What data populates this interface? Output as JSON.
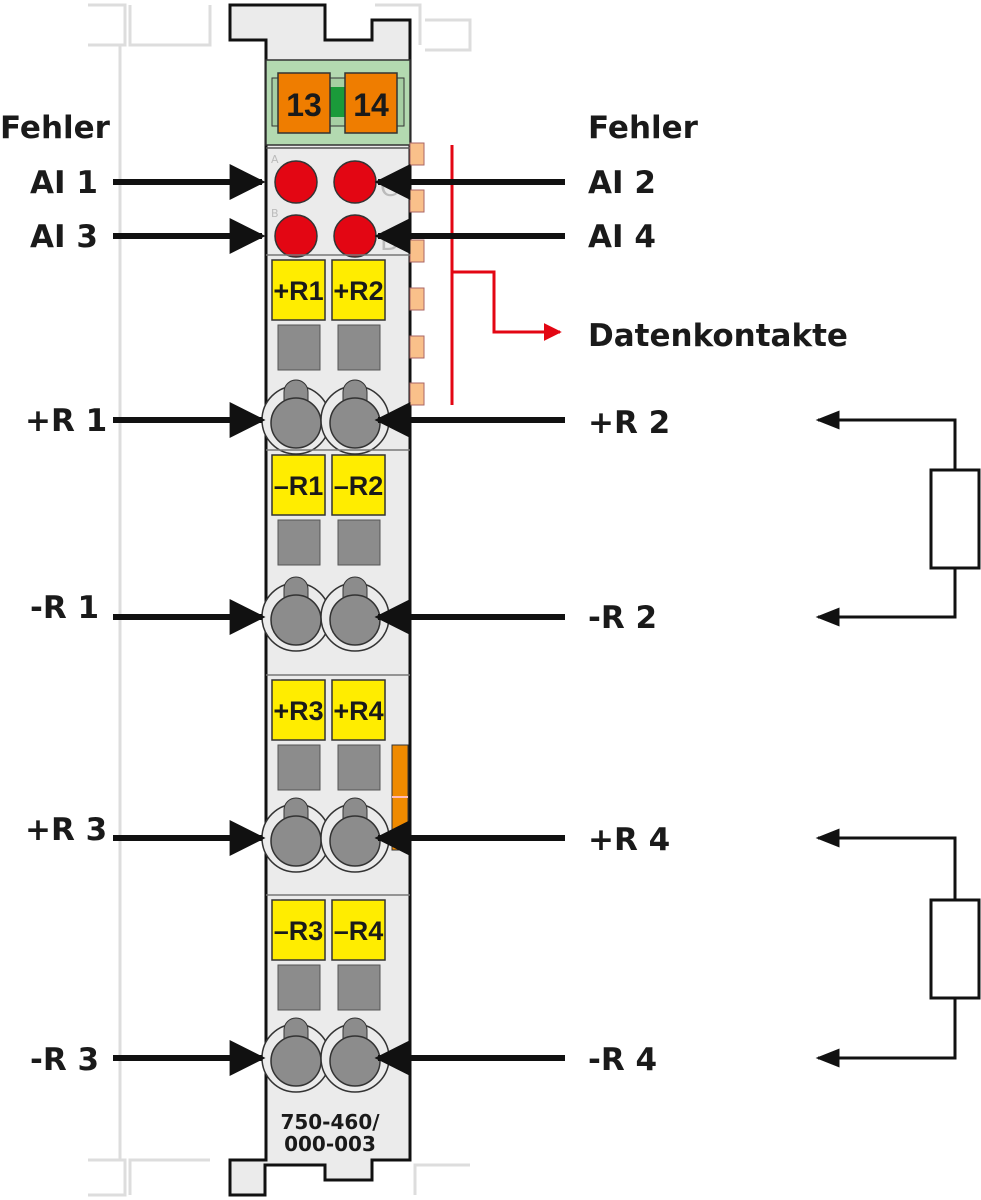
{
  "left_labels": {
    "fehler": "Fehler",
    "ai1": "AI 1",
    "ai3": "AI 3",
    "pr1": "+R 1",
    "mr1": "-R 1",
    "pr3": "+R 3",
    "mr3": "-R 3"
  },
  "right_labels": {
    "fehler": "Fehler",
    "ai2": "AI 2",
    "ai4": "AI 4",
    "datenkontakte": "Datenkontakte",
    "pr2": "+R 2",
    "mr2": "-R 2",
    "pr4": "+R 4",
    "mr4": "-R 4"
  },
  "module": {
    "fuse_left": "13",
    "fuse_right": "14",
    "led_letters": [
      "A",
      "B",
      "C",
      "D"
    ],
    "terminals": [
      [
        "+R1",
        "+R2"
      ],
      [
        "–R1",
        "–R2"
      ],
      [
        "+R3",
        "+R4"
      ],
      [
        "–R3",
        "–R4"
      ]
    ],
    "part_number_line1": "750-460/",
    "part_number_line2": "000-003"
  },
  "colors": {
    "led": "#e30613",
    "terminal": "#ffed00",
    "fuse": "#ef7d00",
    "header": "#b3d9b0",
    "data_line": "#e30613",
    "body": "#ebebeb",
    "clamp": "#8c8c8c"
  }
}
